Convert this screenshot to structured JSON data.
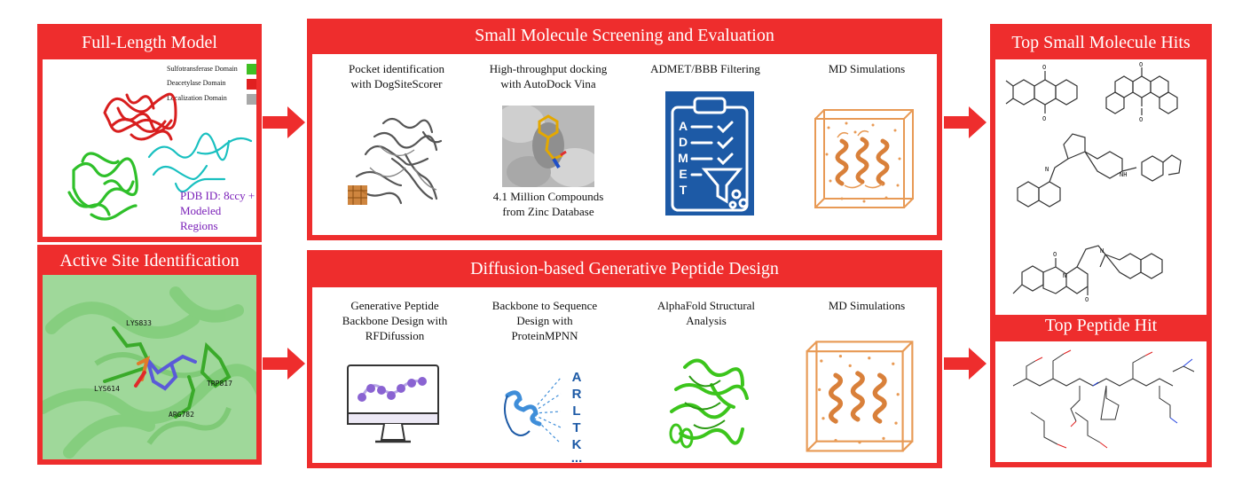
{
  "left_column": {
    "full_length_title": "Full-Length Model",
    "legend": [
      {
        "label": "Sulfotransferase Domain",
        "color": "#3fbf24"
      },
      {
        "label": "Deacetylase Domain",
        "color": "#e02020"
      },
      {
        "label": "Localization Domain",
        "color": "#a8a8a8"
      }
    ],
    "pdb_caption": [
      "PDB ID: 8ccy +",
      "Modeled",
      "Regions"
    ],
    "pdb_caption_color": "#7a1fb8",
    "active_site_title": "Active Site Identification",
    "residues": [
      "LYS833",
      "LYS614",
      "TRP817",
      "ARG782"
    ]
  },
  "small_molecule": {
    "title": "Small Molecule Screening and Evaluation",
    "steps": [
      {
        "line1": "Pocket identification",
        "line2": "with DogSiteScorer"
      },
      {
        "line1": "High-throughput docking",
        "line2": "with AutoDock Vina"
      },
      {
        "line1": "ADMET/BBB Filtering",
        "line2": ""
      },
      {
        "line1": "MD Simulations",
        "line2": ""
      }
    ],
    "compounds_caption": [
      "4.1 Million Compounds",
      "from Zinc Database"
    ],
    "admet_letters": [
      "A",
      "D",
      "M",
      "E",
      "T"
    ]
  },
  "peptide": {
    "title": "Diffusion-based Generative Peptide Design",
    "steps": [
      {
        "lines": [
          "Generative Peptide",
          "Backbone Design with",
          "RFDifussion"
        ]
      },
      {
        "lines": [
          "Backbone to Sequence",
          "Design with",
          "ProteinMPNN"
        ]
      },
      {
        "lines": [
          "AlphaFold Structural",
          "Analysis"
        ]
      },
      {
        "lines": [
          "MD Simulations"
        ]
      }
    ],
    "sequence_letters": [
      "A",
      "R",
      "L",
      "T",
      "K",
      "..."
    ]
  },
  "right_column": {
    "top_small_title": "Top Small Molecule Hits",
    "top_peptide_title": "Top Peptide Hit",
    "atom_labels": {
      "oxygen": "O",
      "nitrogen": "N",
      "amine": "NH"
    }
  },
  "colors": {
    "panel_red": "#ee2d2d",
    "arrow_red": "#ee2d2d",
    "admet_blue": "#1d5aa6",
    "md_orange": "#e89a55",
    "peptide_green": "#3cc51c",
    "rf_purple": "#8a63d2"
  }
}
